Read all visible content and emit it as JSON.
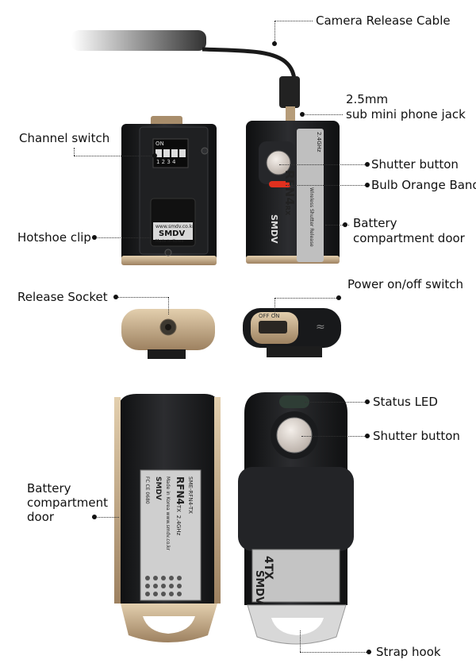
{
  "labels": {
    "camera_release_cable": "Camera Release Cable",
    "sub_mini_jack_line1": "2.5mm",
    "sub_mini_jack_line2": "sub mini phone jack",
    "channel_switch": "Channel switch",
    "shutter_button_top": "Shutter button",
    "bulb_orange_band": "Bulb Orange Band",
    "hotshoe_clip": "Hotshoe clip",
    "battery_door_right_line1": "Battery",
    "battery_door_right_line2": "compartment door",
    "release_socket": "Release Socket",
    "power_switch": "Power on/off switch",
    "status_led": "Status LED",
    "shutter_button_bottom": "Shutter button",
    "battery_door_left_line1": "Battery",
    "battery_door_left_line2": "compartment",
    "battery_door_left_line3": "door",
    "strap_hook": "Strap hook"
  },
  "device_text": {
    "dip_on": "ON",
    "dip_numbers": "1 2 3 4",
    "hotshoe_url": "www.smdv.co.kr",
    "hotshoe_brand": "SMDV",
    "hotshoe_made": "Made in Korea",
    "receiver_model": "RFN4",
    "receiver_suffix": "RX",
    "receiver_freq": "2.4GHz",
    "receiver_desc": "Wireless Shutter Release",
    "receiver_brand": "SMDV",
    "switch_off_on": "OFF ON",
    "tx_model": "RFN4",
    "tx_suffix": "TX",
    "tx_sub": "SME-RFN4-TX",
    "tx_freq": "2.4GHz",
    "tx_brand": "SMDV",
    "tx_made": "Made in Korea www.smdv.co.kr",
    "tx_fc": "FC CE 0680",
    "tx_brand_front": "SMDV",
    "tx_model_front": "4TX"
  },
  "colors": {
    "device_black": "#1b1c1e",
    "device_dark": "#2a2b2e",
    "gold_trim": "#c8ab85",
    "orange_band": "#e0301e",
    "shutter_button": "#d9d2cc",
    "silver": "#c9c9c9",
    "cable": "#1a1a1a"
  },
  "icons": [
    "wireless-signal-icon",
    "power-switch-icon"
  ]
}
